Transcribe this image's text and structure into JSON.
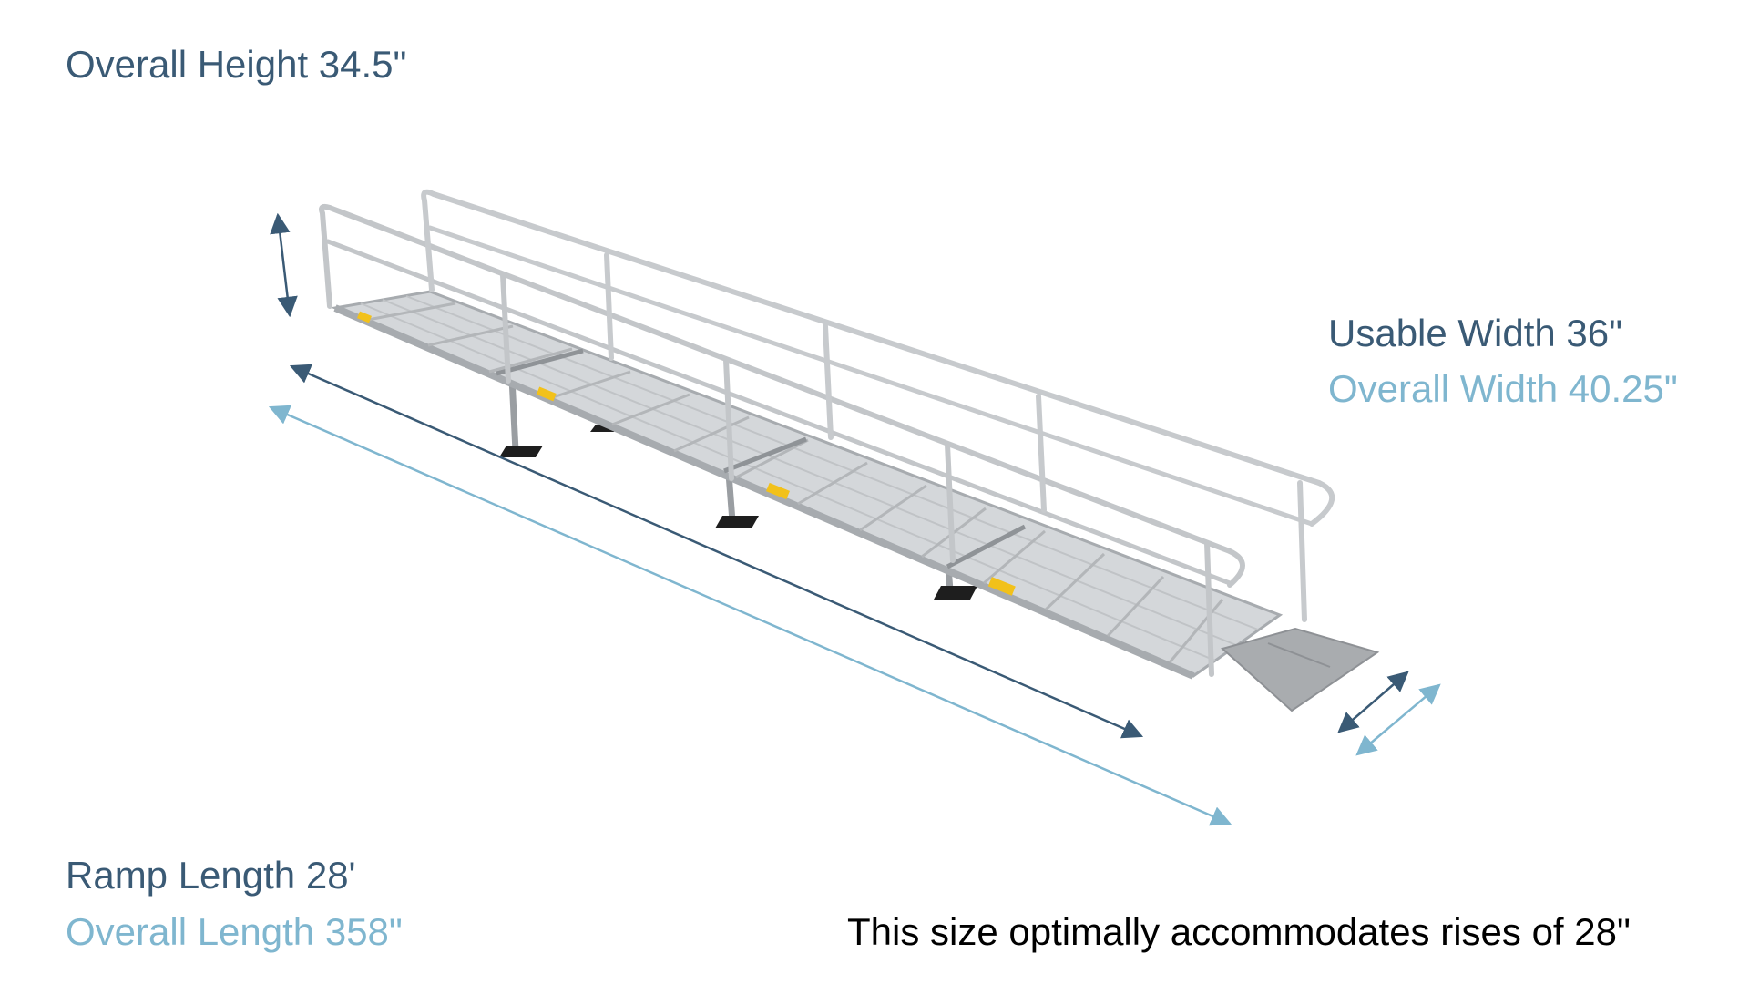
{
  "labels": {
    "overall_height": "Overall Height 34.5\"",
    "usable_width": "Usable Width 36\"",
    "overall_width": "Overall Width 40.25\"",
    "ramp_length": "Ramp Length 28'",
    "overall_length": "Overall Length 358\"",
    "rises_note": "This size optimally accommodates rises of 28\""
  },
  "colors": {
    "dark_dimension": "#3a5a75",
    "light_dimension": "#7fb6cf",
    "aluminum": "#c9cccf",
    "aluminum_dark": "#9a9ea2",
    "feet": "#1e1e1e",
    "warning_label": "#f2c11a"
  }
}
